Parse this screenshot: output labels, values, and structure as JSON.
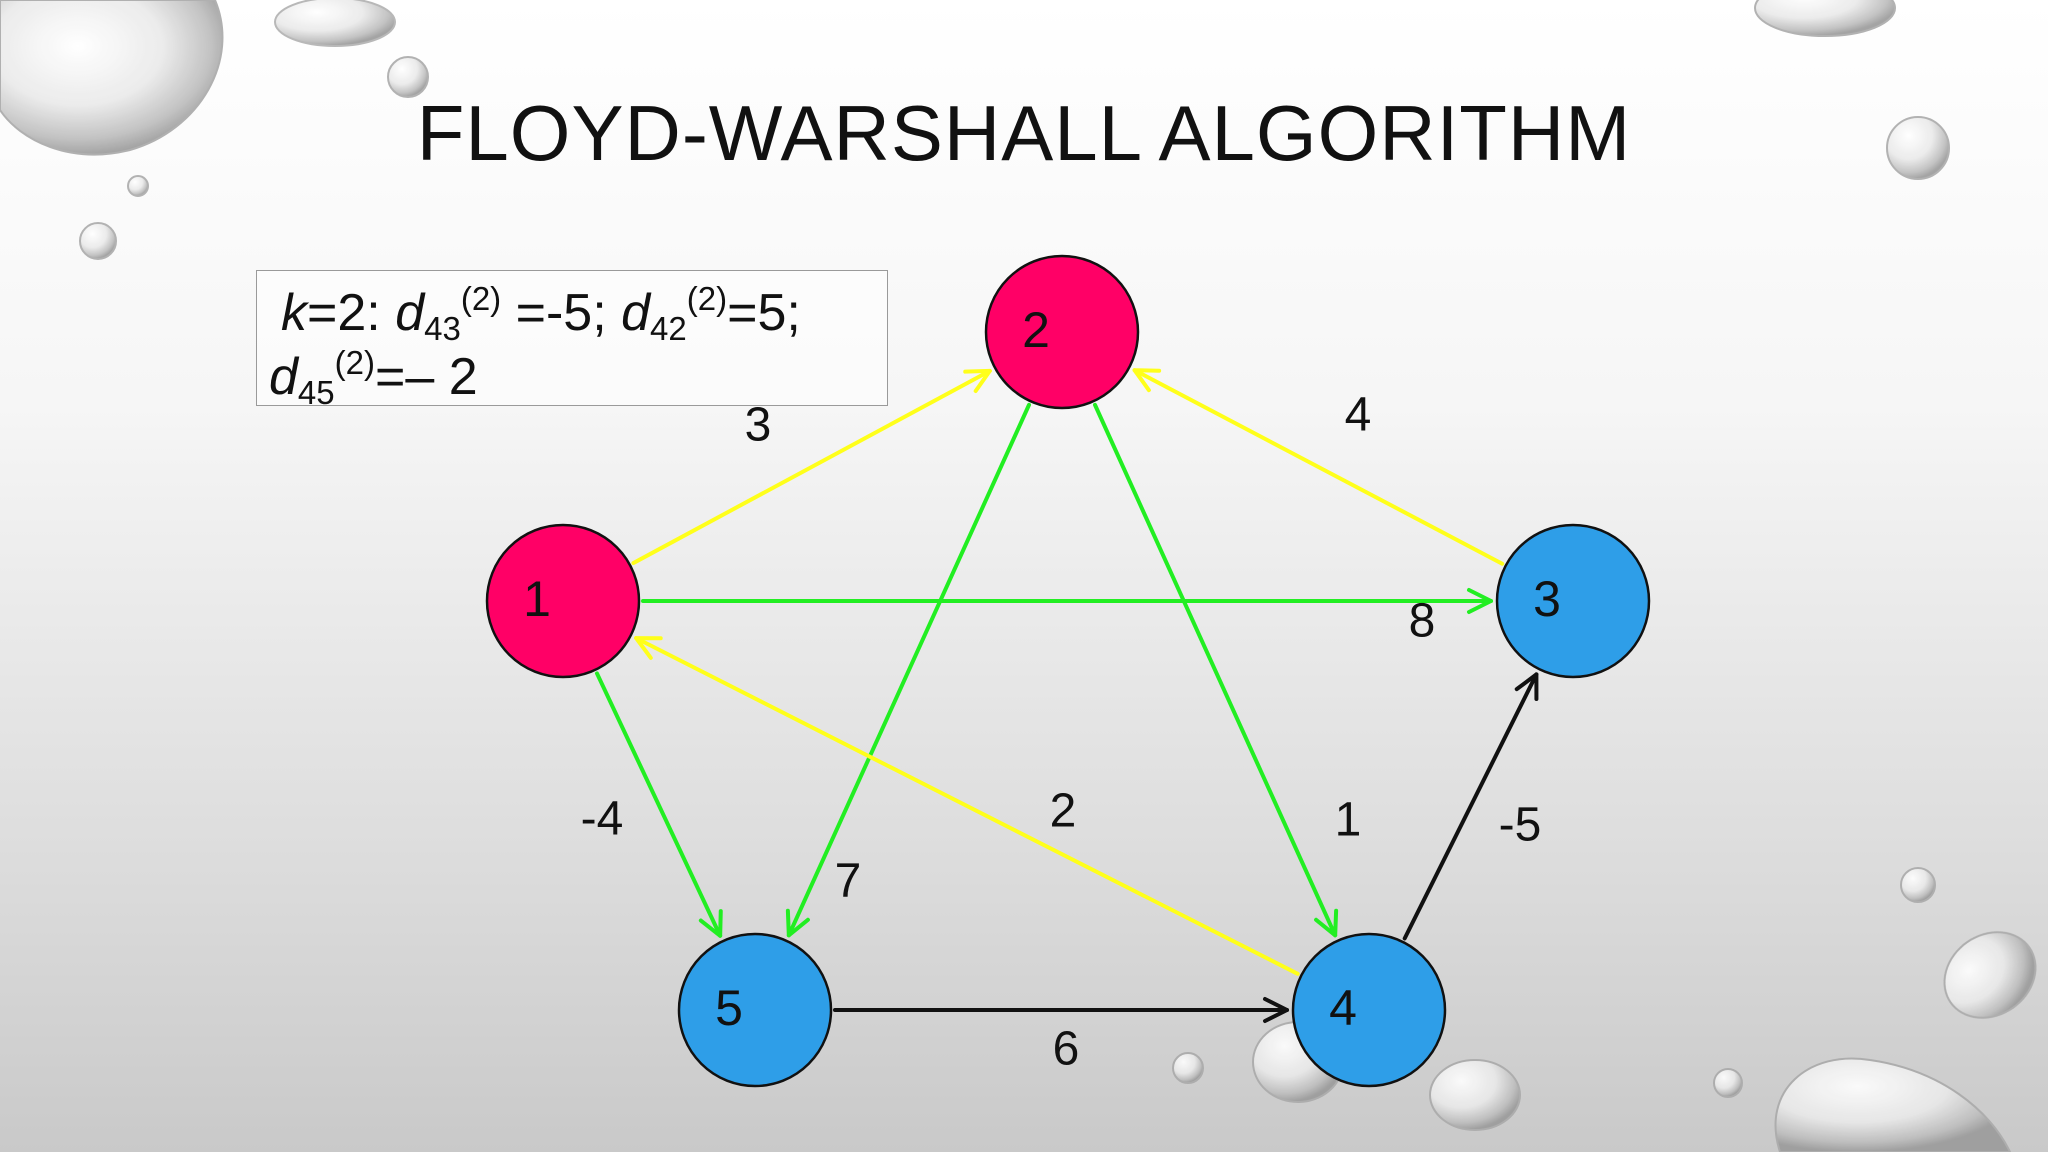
{
  "title": "FLOYD-WARSHALL ALGORITHM",
  "info": {
    "k_var": "k",
    "k_eq": "=2: ",
    "d1": "d",
    "d1_sub": "43",
    "d1_sup": "(2)",
    "d1_val": " =-5; ",
    "d2": "d",
    "d2_sub": "42",
    "d2_sup": "(2)",
    "d2_val": "=5;",
    "d3": "d",
    "d3_sub": "45",
    "d3_sup": "(2)",
    "d3_val": "=– 2"
  },
  "colors": {
    "node_red": "#ff0066",
    "node_blue": "#2e9ee8",
    "edge_yellow": "#ffff1a",
    "edge_green": "#22ee22",
    "edge_black": "#111111"
  },
  "graph": {
    "nodes": [
      {
        "id": "1",
        "label": "1",
        "group": "red"
      },
      {
        "id": "2",
        "label": "2",
        "group": "red"
      },
      {
        "id": "3",
        "label": "3",
        "group": "blue"
      },
      {
        "id": "4",
        "label": "4",
        "group": "blue"
      },
      {
        "id": "5",
        "label": "5",
        "group": "blue"
      }
    ],
    "edges": [
      {
        "from": "1",
        "to": "2",
        "weight": "3",
        "color": "yellow"
      },
      {
        "from": "3",
        "to": "2",
        "weight": "4",
        "color": "yellow"
      },
      {
        "from": "1",
        "to": "3",
        "weight": "8",
        "color": "green"
      },
      {
        "from": "2",
        "to": "5",
        "weight": "7",
        "color": "green"
      },
      {
        "from": "2",
        "to": "4",
        "weight": "1",
        "color": "green"
      },
      {
        "from": "1",
        "to": "5",
        "weight": "-4",
        "color": "green"
      },
      {
        "from": "4",
        "to": "1",
        "weight": "2",
        "color": "yellow"
      },
      {
        "from": "4",
        "to": "3",
        "weight": "-5",
        "color": "black"
      },
      {
        "from": "5",
        "to": "4",
        "weight": "6",
        "color": "black"
      }
    ]
  }
}
